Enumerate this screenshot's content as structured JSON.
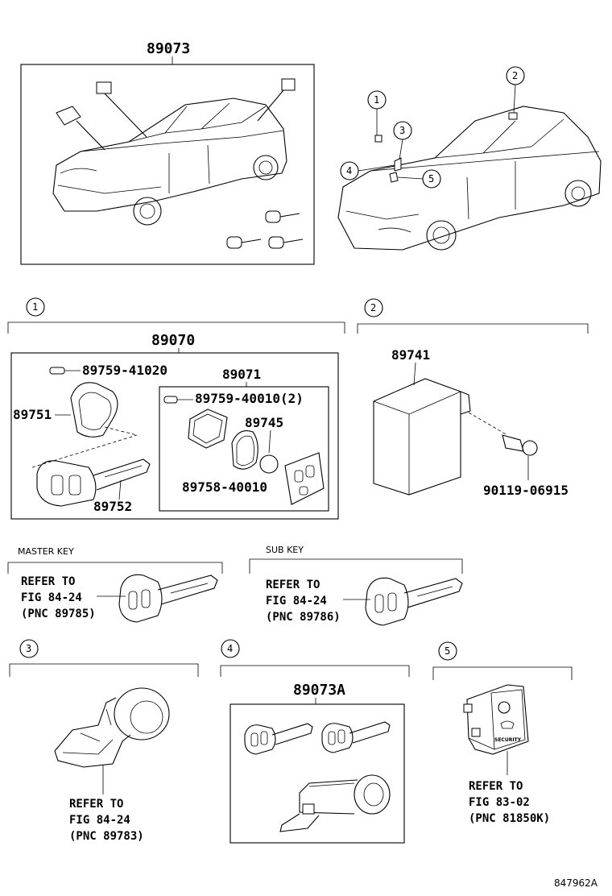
{
  "top_assembly": {
    "part_number": "89073"
  },
  "location_callouts": [
    "1",
    "2",
    "3",
    "4",
    "5"
  ],
  "section1": {
    "callout": "1",
    "assembly": "89070",
    "parts": {
      "screw": "89759-41020",
      "key_head": "89751",
      "key_blade": "89752",
      "transmitter": "89071",
      "screw2": "89759-40010(2)",
      "battery": "89745",
      "cover": "89758-40010"
    }
  },
  "section2": {
    "callout": "2",
    "module": "89741",
    "bolt": "90119-06915"
  },
  "master_key": {
    "caption": "MASTER KEY",
    "ref_line1": "REFER TO",
    "ref_line2": "FIG 84-24",
    "ref_line3": "(PNC 89785)"
  },
  "sub_key": {
    "caption": "SUB KEY",
    "ref_line1": "REFER TO",
    "ref_line2": "FIG 84-24",
    "ref_line3": "(PNC 89786)"
  },
  "section3": {
    "callout": "3",
    "ref_line1": "REFER TO",
    "ref_line2": "FIG 84-24",
    "ref_line3": "(PNC 89783)"
  },
  "section4": {
    "callout": "4",
    "assembly": "89073A"
  },
  "section5": {
    "callout": "5",
    "switch_label": "SECURITY",
    "ref_line1": "REFER TO",
    "ref_line2": "FIG 83-02",
    "ref_line3": "(PNC 81850K)"
  },
  "figure_id": "847962A"
}
